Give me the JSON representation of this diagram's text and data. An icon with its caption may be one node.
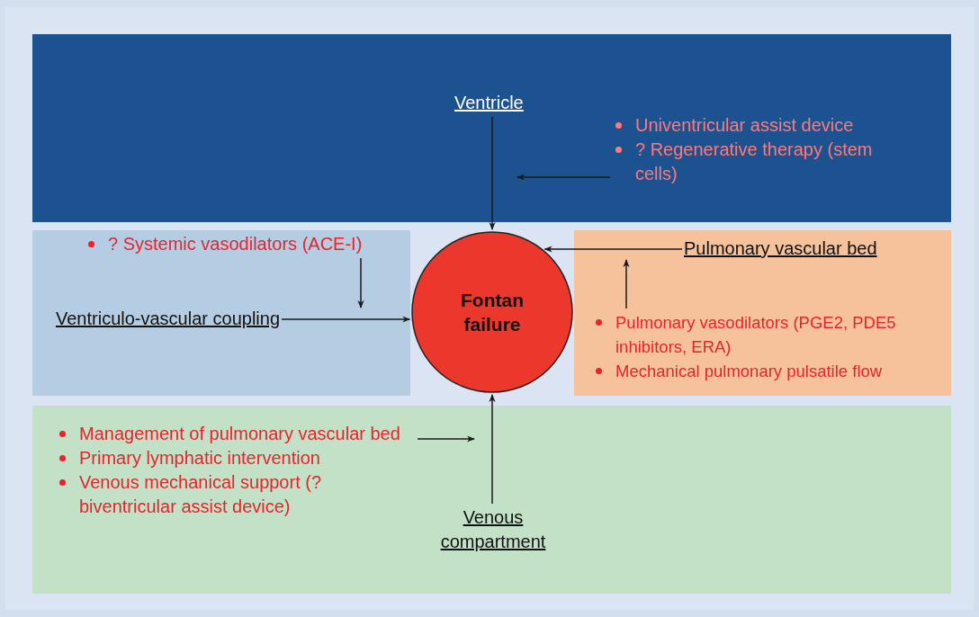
{
  "diagram": {
    "nodes": [
      {
        "text": [],
        "shape": "box"
      },
      {
        "text": [
          "Ventricle"
        ],
        "in": 0
      },
      {
        "text": [
          "Univentricular assist device",
          "? Regenerative therapy (stem cells)"
        ],
        "in": 0
      },
      {
        "text": [],
        "shape": "box"
      },
      {
        "text": [
          "? Systemic vasodilators (ACE-I)"
        ],
        "in": 3
      },
      {
        "text": [
          "Ventriculo-vascular coupling"
        ],
        "in": 3
      },
      {
        "text": [
          "Fontan failure"
        ]
      },
      {
        "text": [],
        "shape": "box"
      },
      {
        "text": [
          "Pulmonary vascular bed"
        ],
        "in": 7
      },
      {
        "text": [
          "Pulmonary vasodilators (PGE2, PDE5 inhibitors, ERA)",
          "Mechanical pulmonary pulsatile flow"
        ],
        "in": 7
      },
      {
        "text": [],
        "shape": "box"
      },
      {
        "text": [
          "Management of pulmonary vascular bed",
          "Primary lymphatic intervention",
          "Venous mechanical support (? biventricular assist device)"
        ],
        "in": 10
      },
      {
        "text": [
          "Venous compartment"
        ],
        "in": 10
      }
    ],
    "edges": [
      {
        "from": 1,
        "to": 6,
        "arrow": "to"
      },
      {
        "from": 2,
        "to": null,
        "arrow": "to"
      },
      {
        "from": 4,
        "to": null,
        "arrow": "to"
      },
      {
        "from": 5,
        "to": 6,
        "arrow": "to"
      },
      {
        "from": 8,
        "to": 6,
        "arrow": "to"
      },
      {
        "from": 9,
        "to": null,
        "arrow": "to"
      },
      {
        "from": 11,
        "to": null,
        "arrow": "to"
      },
      {
        "from": 12,
        "to": 6,
        "arrow": "to"
      }
    ]
  }
}
